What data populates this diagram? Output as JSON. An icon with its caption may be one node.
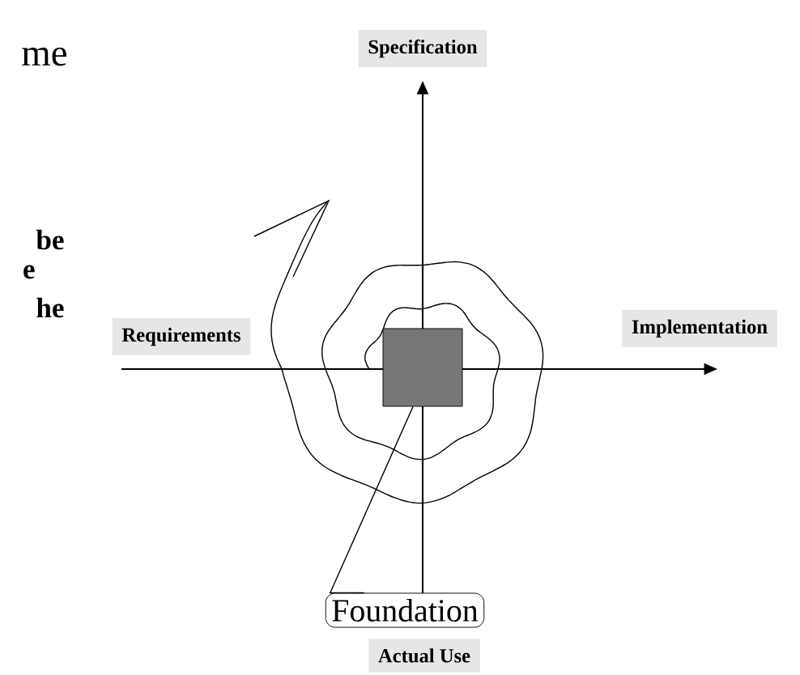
{
  "diagram": {
    "nodes": [
      {
        "text": [
          "Specification"
        ]
      },
      {
        "text": [
          "Requirements"
        ]
      },
      {
        "text": [
          "Implementation"
        ]
      },
      {
        "text": [
          "Actual Use"
        ]
      },
      {
        "text": [
          "Foundation"
        ]
      },
      {
        "text": [],
        "shape": "box"
      }
    ],
    "edges": [
      {
        "from": 4,
        "to": 5,
        "arrow": "none"
      }
    ],
    "labels": [
      "me",
      "be",
      "e",
      "he"
    ]
  }
}
